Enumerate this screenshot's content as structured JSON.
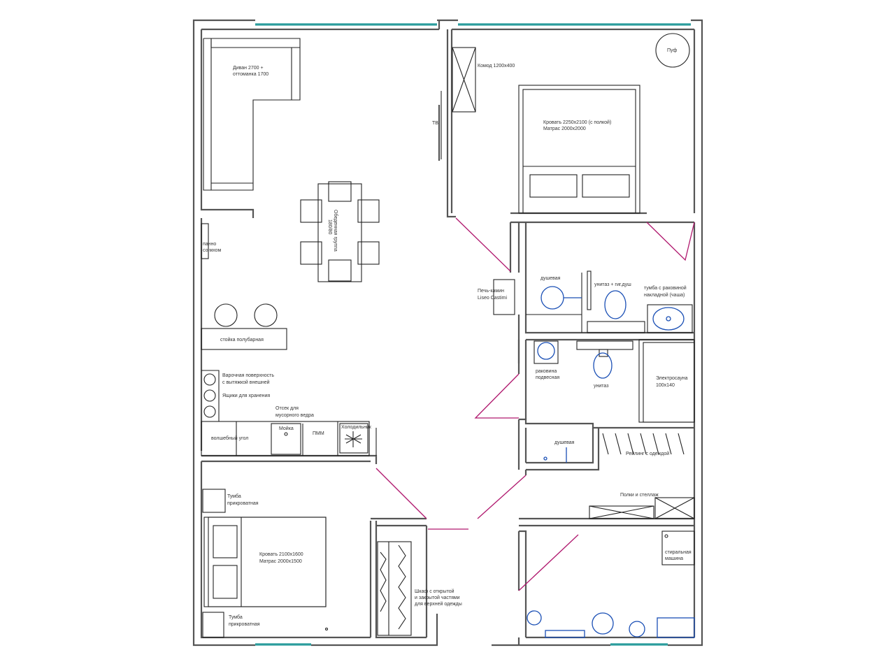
{
  "labels": {
    "sofa_1": "Диван 2700 +",
    "sofa_2": "оттоманка 1700",
    "dresser": "Комод 1200х400",
    "pouf": "Пуф",
    "tv": "ТВ",
    "bed_master_1": "Кровать 2250х2100 (с полкой)",
    "bed_master_2": "Матрас 2000х2000",
    "dining_1": "Обеденная группа",
    "dining_2": "180/80",
    "panel_1": "панно",
    "panel_2": "со мхом",
    "fireplace_1": "Печь-камин",
    "fireplace_2": "Liseo Castimi",
    "shower_1": "душевая",
    "toilet_shower": "унитаз + гиг.душ",
    "vanity_1": "тумба с раковиной",
    "vanity_2": "накладной (чаша)",
    "bar": "стойка полубарная",
    "cooktop_1": "Варочная поверхность",
    "cooktop_2": "с вытяжкой внешней",
    "storage_boxes": "Ящики для хранения",
    "sink_wall_1": "раковина",
    "sink_wall_2": "подвесная",
    "toilet_2": "унитаз",
    "sauna_1": "Электросауна",
    "sauna_2": "100х140",
    "trash_1": "Отсек для",
    "trash_2": "мусорного ведра",
    "magic_corner": "волшебный угол",
    "sink": "Мойка",
    "dishwasher": "ПММ",
    "fridge": "Холодильник",
    "shower_2": "душевая",
    "clothes_rail": "Рейлинг с одеждой",
    "shelves": "Полки и стеллаж",
    "nightstand_1a": "Тумба",
    "nightstand_1b": "прикроватная",
    "bed_2_1": "Кровать 2100х1600",
    "bed_2_2": "Матрас 2000х1500",
    "wardrobe_1": "Шкаф с открытой",
    "wardrobe_2": "и закрытой частями",
    "wardrobe_3": "для верхней одежды",
    "washer_1": "стиральная",
    "washer_2": "машина",
    "nightstand_2a": "Тумба",
    "nightstand_2b": "прикроватная"
  },
  "colors": {
    "wall": "#555555",
    "furniture": "#222222",
    "door": "#b0186e",
    "window": "#2a9c9c",
    "plumbing": "#1a4fb5"
  }
}
